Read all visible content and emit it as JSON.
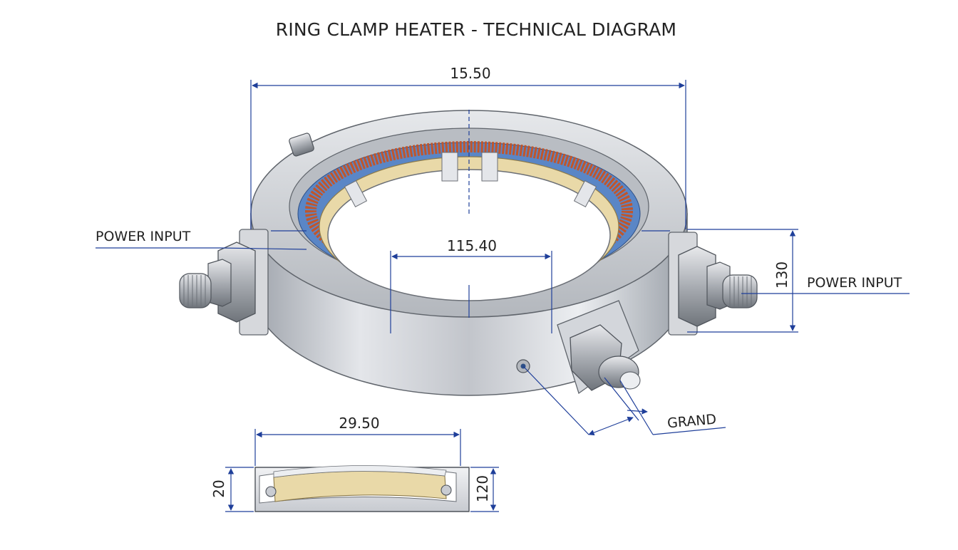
{
  "title": "RING CLAMP HEATER - TECHNICAL DIAGRAM",
  "dimensions": {
    "overall_width": "15.50",
    "inner_diameter": "115.40",
    "height": "130",
    "section_width": "29.50",
    "section_height_left": "20",
    "section_height_right": "120"
  },
  "callouts": {
    "power_input_left": "POWER INPUT",
    "power_input_right": "POWER INPUT",
    "ground": "GRAND"
  },
  "colors": {
    "dimension_line": "#1f3f9a",
    "steel": "#c9ccd2",
    "steel_dark": "#8b9098",
    "coil": "#c0562c",
    "insulation": "#e9d9a8",
    "liner_blue": "#5a86c6"
  }
}
